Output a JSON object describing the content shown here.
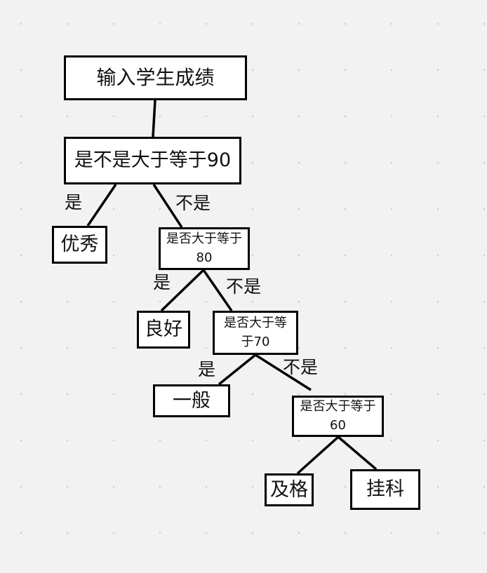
{
  "nodes": {
    "root": "输入学生成绩",
    "q90": "是不是大于等于90",
    "excellent": "优秀",
    "q80": "是否大于等于80",
    "good": "良好",
    "q70": "是否大于等于70",
    "average": "一般",
    "q60": "是否大于等于60",
    "pass": "及格",
    "fail": "挂科"
  },
  "edge_labels": {
    "yes_90": "是",
    "no_90": "不是",
    "yes_80": "是",
    "no_80": "不是",
    "yes_70": "是",
    "no_70": "不是"
  },
  "colors": {
    "background": "#f2f2f3",
    "grid_dot": "#cfd0d4",
    "stroke": "#000000",
    "node_fill": "#ffffff"
  }
}
